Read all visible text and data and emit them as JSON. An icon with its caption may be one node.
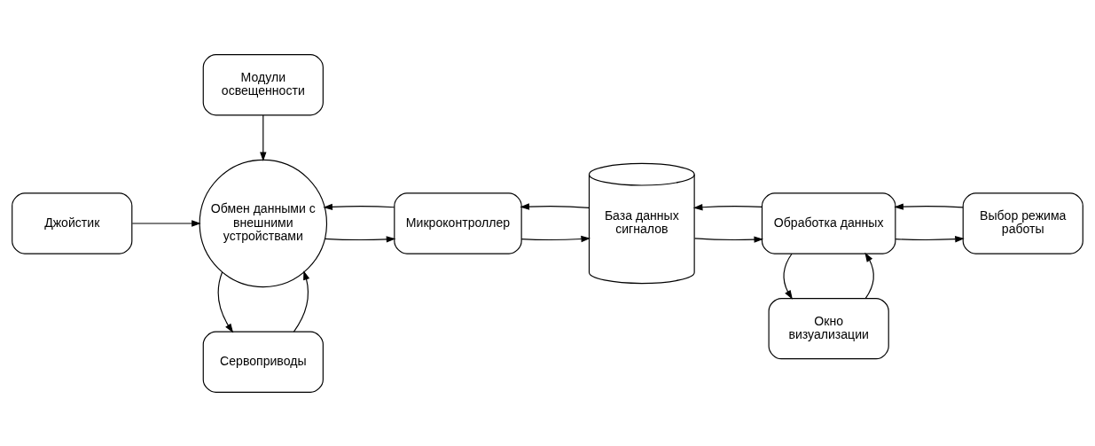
{
  "diagram": {
    "nodes": [
      {
        "text": [
          "Сервоприводы"
        ]
      },
      {
        "text": [
          "Окно визуализации"
        ]
      },
      {
        "text": [
          "Джойстик"
        ]
      },
      {
        "text": [
          "Обмен данными с внешними устройствами"
        ]
      },
      {
        "text": [
          "Микроконтроллер"
        ]
      },
      {
        "text": [
          "База данных сигналов"
        ]
      },
      {
        "text": [
          "Обработка данных"
        ]
      },
      {
        "text": [
          "Выбор режима работы"
        ]
      },
      {
        "text": [
          "Модули освещенности"
        ]
      }
    ],
    "edges": [
      {
        "from": 0,
        "to": 3,
        "arrow": "to"
      },
      {
        "from": 3,
        "to": 0,
        "arrow": "to"
      },
      {
        "from": 2,
        "to": 3,
        "arrow": "to"
      },
      {
        "from": 4,
        "to": 3,
        "arrow": "to"
      },
      {
        "from": 3,
        "to": 4,
        "arrow": "to"
      },
      {
        "from": 5,
        "to": 4,
        "arrow": "to"
      },
      {
        "from": 4,
        "to": 5,
        "arrow": "to"
      },
      {
        "from": 6,
        "to": 5,
        "arrow": "to"
      },
      {
        "from": 5,
        "to": 6,
        "arrow": "to"
      },
      {
        "from": 1,
        "to": 6,
        "arrow": "to"
      },
      {
        "from": 6,
        "to": 1,
        "arrow": "to"
      },
      {
        "from": 7,
        "to": 6,
        "arrow": "to"
      },
      {
        "from": 6,
        "to": 7,
        "arrow": "to"
      },
      {
        "from": 8,
        "to": 3,
        "arrow": "to"
      }
    ]
  }
}
